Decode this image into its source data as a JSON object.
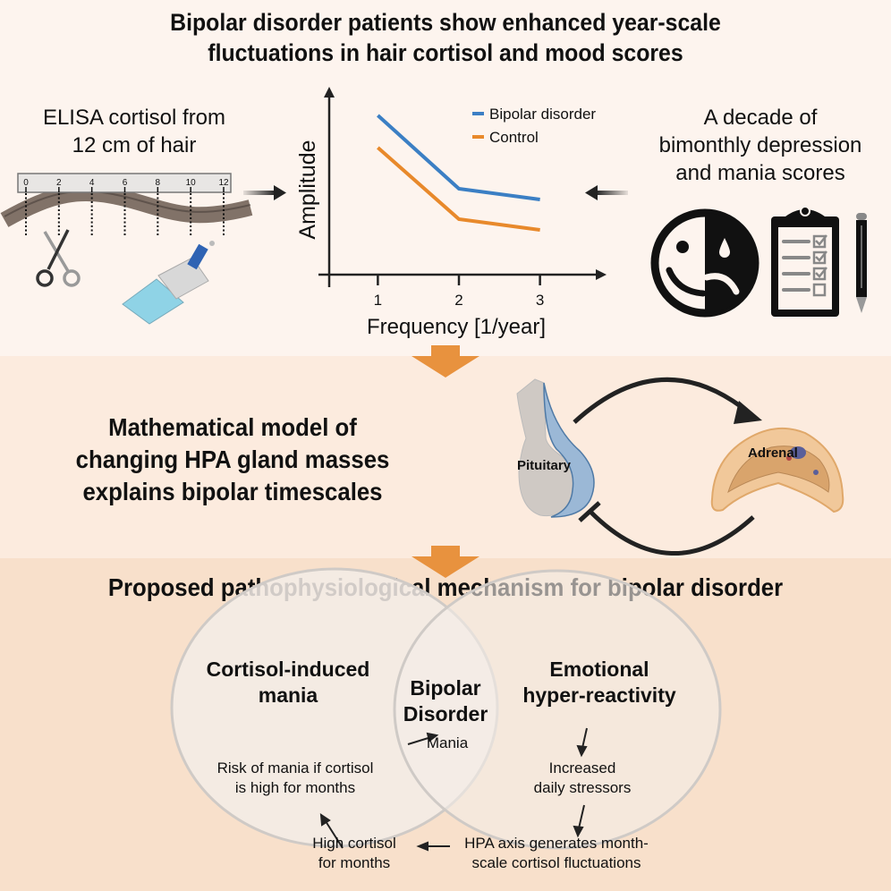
{
  "panel1": {
    "title_line1": "Bipolar disorder patients show enhanced year-scale",
    "title_line2": "fluctuations in hair cortisol and mood scores",
    "left_caption_line1": "ELISA cortisol from",
    "left_caption_line2": "12 cm of hair",
    "ruler_ticks": [
      "0",
      "2",
      "4",
      "6",
      "8",
      "10",
      "12"
    ],
    "right_caption_line1": "A decade of",
    "right_caption_line2": "bimonthly depression",
    "right_caption_line3": "and mania scores"
  },
  "chart_data": {
    "type": "line",
    "title": "",
    "xlabel": "Frequency [1/year]",
    "ylabel": "Amplitude",
    "x": [
      1,
      2,
      3
    ],
    "xlim": [
      0.4,
      3.6
    ],
    "ylim": [
      0,
      10
    ],
    "yticks_labeled": false,
    "grid": false,
    "legend_position": "top-right",
    "series": [
      {
        "name": "Bipolar disorder",
        "color": "#3b7fc4",
        "values": [
          8.9,
          4.8,
          4.2
        ]
      },
      {
        "name": "Control",
        "color": "#e8892b",
        "values": [
          7.1,
          3.1,
          2.5
        ]
      }
    ]
  },
  "panel2": {
    "title_line1": "Mathematical model of",
    "title_line2": "changing HPA gland masses",
    "title_line3": "explains bipolar timescales",
    "pituitary_label": "Pituitary",
    "adrenal_label": "Adrenal"
  },
  "panel3": {
    "title": "Proposed pathophysiological mechanism for bipolar disorder",
    "left_circle_title_line1": "Cortisol-induced",
    "left_circle_title_line2": "mania",
    "center_title_line1": "Bipolar",
    "center_title_line2": "Disorder",
    "right_circle_title_line1": "Emotional",
    "right_circle_title_line2": "hyper-reactivity",
    "mania": "Mania",
    "risk_line1": "Risk of mania if cortisol",
    "risk_line2": "is high for months",
    "stressors_line1": "Increased",
    "stressors_line2": "daily stressors",
    "hpa_line1": "HPA axis generates month-",
    "hpa_line2": "scale cortisol fluctuations",
    "high_line1": "High cortisol",
    "high_line2": "for months"
  },
  "colors": {
    "bg_top": "#fdf4ee",
    "bg_mid": "#fcebde",
    "bg_bottom": "#f8e0cb",
    "flow_arrow": "#e8923e"
  }
}
